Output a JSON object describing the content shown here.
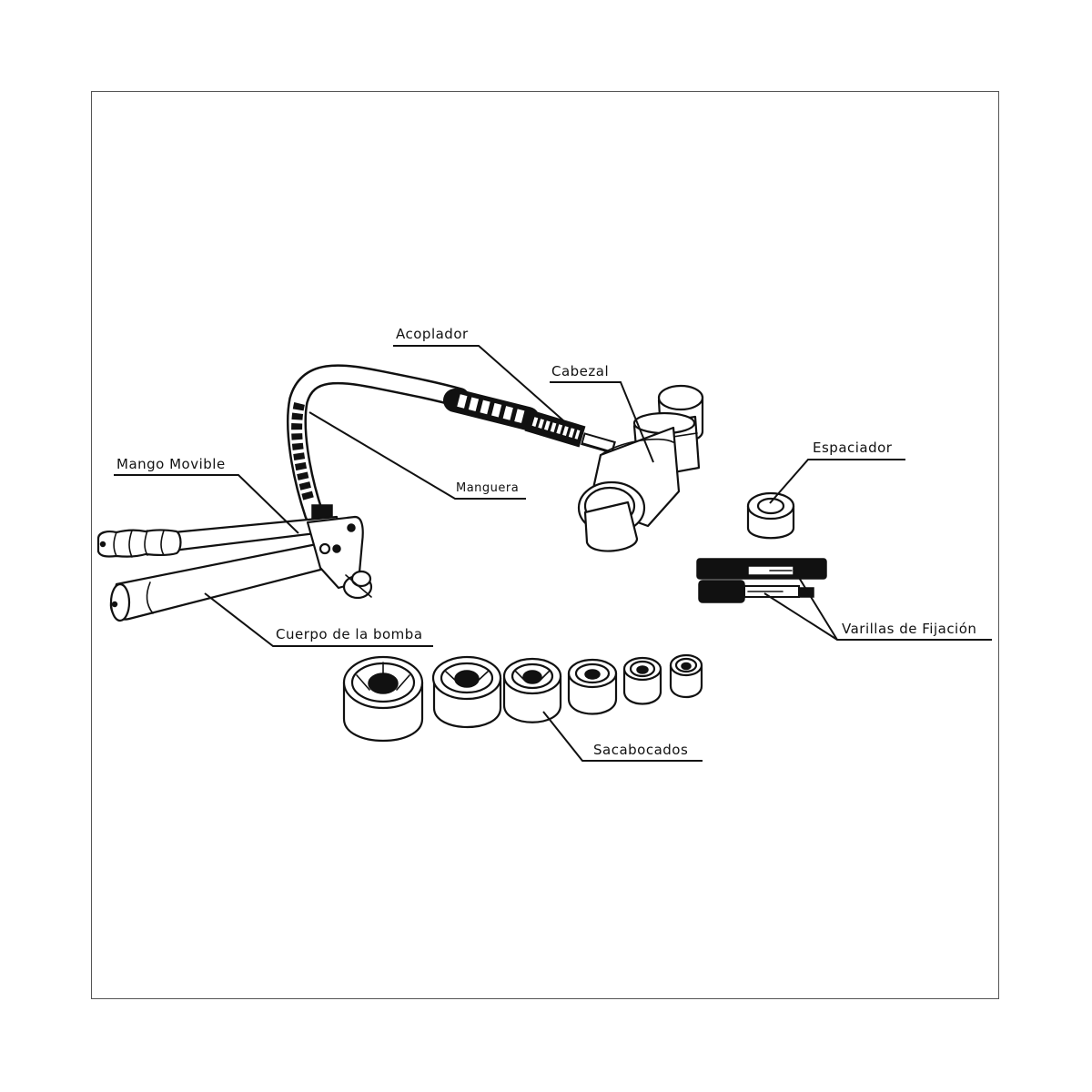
{
  "labels": {
    "acoplador": "Acoplador",
    "cabezal": "Cabezal",
    "mango_movible": "Mango Movible",
    "manguera": "Manguera",
    "espaciador": "Espaciador",
    "cuerpo_bomba": "Cuerpo de la bomba",
    "varillas": "Varillas de Fijación",
    "sacabocados": "Sacabocados"
  },
  "colors": {
    "ink": "#111111",
    "frame": "#555555",
    "background": "#ffffff"
  }
}
